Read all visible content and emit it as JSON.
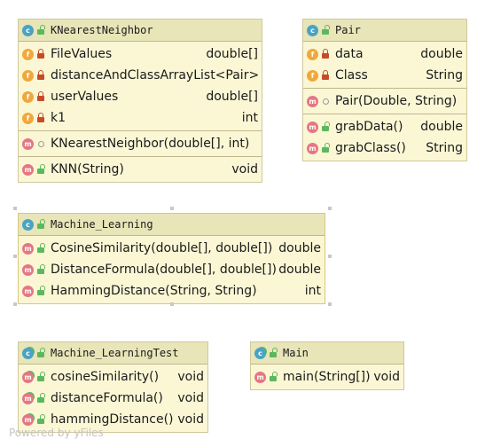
{
  "classes": {
    "knn": {
      "name": "KNearestNeighbor",
      "fields": [
        {
          "name": "FileValues",
          "type": "double[]"
        },
        {
          "name": "distanceAndClass",
          "type": "ArrayList<Pair>"
        },
        {
          "name": "userValues",
          "type": "double[]"
        },
        {
          "name": "k1",
          "type": "int"
        }
      ],
      "constructor": {
        "name": "KNearestNeighbor(double[], int)",
        "type": ""
      },
      "methods": [
        {
          "name": "KNN(String)",
          "type": "void"
        }
      ]
    },
    "pair": {
      "name": "Pair",
      "fields": [
        {
          "name": "data",
          "type": "double"
        },
        {
          "name": "Class",
          "type": "String"
        }
      ],
      "constructor": {
        "name": "Pair(Double, String)",
        "type": ""
      },
      "methods": [
        {
          "name": "grabData()",
          "type": "double"
        },
        {
          "name": "grabClass()",
          "type": "String"
        }
      ]
    },
    "ml": {
      "name": "Machine_Learning",
      "methods": [
        {
          "name": "CosineSimilarity(double[], double[])",
          "type": "double"
        },
        {
          "name": "DistanceFormula(double[], double[])",
          "type": "double"
        },
        {
          "name": "HammingDistance(String, String)",
          "type": "int"
        }
      ]
    },
    "mltest": {
      "name": "Machine_LearningTest",
      "methods": [
        {
          "name": "cosineSimilarity()",
          "type": "void"
        },
        {
          "name": "distanceFormula()",
          "type": "void"
        },
        {
          "name": "hammingDistance()",
          "type": "void"
        }
      ]
    },
    "main": {
      "name": "Main",
      "methods": [
        {
          "name": "main(String[])",
          "type": "void"
        }
      ]
    }
  },
  "icons": {
    "class": "class-icon",
    "field": "field-icon",
    "method": "method-icon",
    "private": "lock-icon",
    "public": "unlock-icon",
    "package": "package-visibility-icon"
  },
  "colors": {
    "node_fill": "#fbf7d5",
    "header_fill": "#e8e5b9",
    "class_badge": "#4aa3c2",
    "field_badge": "#f0a83c",
    "method_badge": "#e47783"
  },
  "watermark": "Powered by yFiles"
}
